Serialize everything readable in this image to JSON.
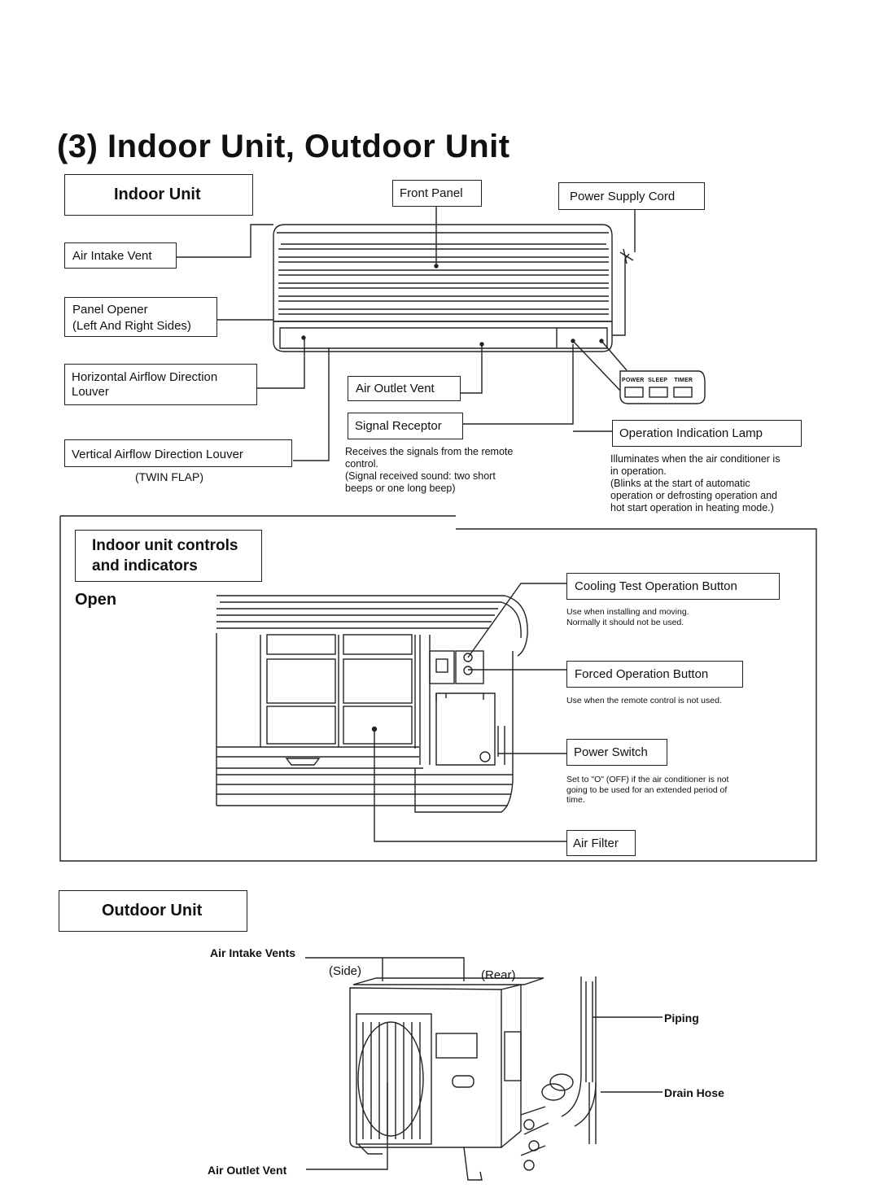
{
  "page": {
    "title": "(3)  Indoor Unit, Outdoor Unit"
  },
  "indoor": {
    "header": "Indoor Unit",
    "front_panel": "Front Panel",
    "power_supply_cord": "Power Supply Cord",
    "air_intake_vent": "Air Intake Vent",
    "panel_opener_1": "Panel Opener",
    "panel_opener_2": "(Left And Right Sides)",
    "horizontal_louver_1": "Horizontal Airflow Direction",
    "horizontal_louver_2": "Louver",
    "vertical_louver": "Vertical Airflow Direction Louver",
    "twin_flap": "(TWIN FLAP)",
    "air_outlet_vent": "Air Outlet Vent",
    "signal_receptor": "Signal Receptor",
    "signal_note_1": "Receives the signals from the remote",
    "signal_note_2": "control.",
    "signal_note_3": "(Signal received sound: two short",
    "signal_note_4": "beeps or one long beep)",
    "operation_lamp": "Operation Indication Lamp",
    "lamp_note_1": "Illuminates when the air conditioner is",
    "lamp_note_2": "in operation.",
    "lamp_note_3": "(Blinks at the start of automatic",
    "lamp_note_4": "operation or defrosting operation and",
    "lamp_note_5": "hot start operation in heating mode.)",
    "lamp_labels": [
      "POWER",
      "SLEEP",
      "TIMER"
    ]
  },
  "controls": {
    "header_1": "Indoor unit controls",
    "header_2": "and indicators",
    "open": "Open",
    "cooling_test": "Cooling Test Operation Button",
    "cooling_note_1": "Use when installing and moving.",
    "cooling_note_2": "Normally it should not be used.",
    "forced_op": "Forced Operation Button",
    "forced_note": "Use when the remote control is not used.",
    "power_switch": "Power Switch",
    "power_note_1": "Set to \"O\" (OFF) if the air conditioner is not",
    "power_note_2": "going to be used for an extended period of",
    "power_note_3": "time.",
    "air_filter": "Air Filter"
  },
  "outdoor": {
    "header": "Outdoor Unit",
    "air_intake_vents": "Air Intake Vents",
    "side": "(Side)",
    "rear": "(Rear)",
    "piping": "Piping",
    "drain_hose": "Drain Hose",
    "air_outlet_vent": "Air Outlet Vent"
  }
}
